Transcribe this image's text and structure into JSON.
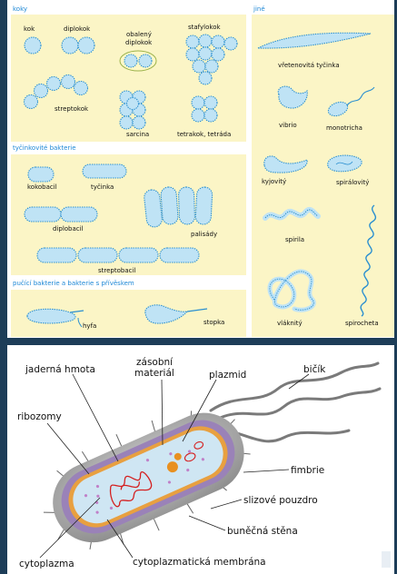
{
  "top_panel": {
    "sections": {
      "koky": "koky",
      "tyckovite": "tyčinkovité bakterie",
      "pucici": "pučící bakterie a bakterie s přívěskem",
      "jine": "jiné"
    },
    "koky": {
      "kok": "kok",
      "diplokok": "diplokok",
      "obaleny1": "obalený",
      "obaleny2": "diplokok",
      "stafylokok": "stafylokok",
      "streptokok": "streptokok",
      "sarcina": "sarcina",
      "tetrakok": "tetrakok, tetráda"
    },
    "tyckovite": {
      "kokobacil": "kokobacil",
      "tycinka": "tyčinka",
      "diplobacil": "diplobacil",
      "palisady": "palisády",
      "streptobacil": "streptobacil"
    },
    "pucici": {
      "hyfa": "hyfa",
      "stopka": "stopka"
    },
    "jine": {
      "vretenovita": "vřetenovitá tyčinka",
      "vibrio": "vibrio",
      "monotricha": "monotricha",
      "kyjovity": "kyjovitý",
      "spiralovity": "spirálovitý",
      "spirila": "spirila",
      "vlaknity": "vláknitý",
      "spirocheta": "spirocheta"
    }
  },
  "bottom_panel": {
    "labels": {
      "zasobni1": "zásobní",
      "zasobni2": "materiál",
      "bicik": "bičík",
      "jaderna": "jaderná hmota",
      "plazmid": "plazmid",
      "ribozomy": "ribozomy",
      "fimbrie": "fimbrie",
      "slizove": "slizové pouzdro",
      "bunecna": "buněčná stěna",
      "cytoplazma": "cytoplazma",
      "membrana": "cytoplazmatická membrána"
    }
  },
  "colors": {
    "panel_bg": "#fbf5c6",
    "cell_fill": "#bfe3f5",
    "cell_outline": "#2a8fd0",
    "section_title": "#1e88d6",
    "frame": "#1d3d58",
    "capsule": "#a8a8a8",
    "cell_wall": "#9a82b8",
    "membrane": "#e8a040",
    "cytoplasm": "#cfe6f3",
    "dna": "#d42020"
  }
}
